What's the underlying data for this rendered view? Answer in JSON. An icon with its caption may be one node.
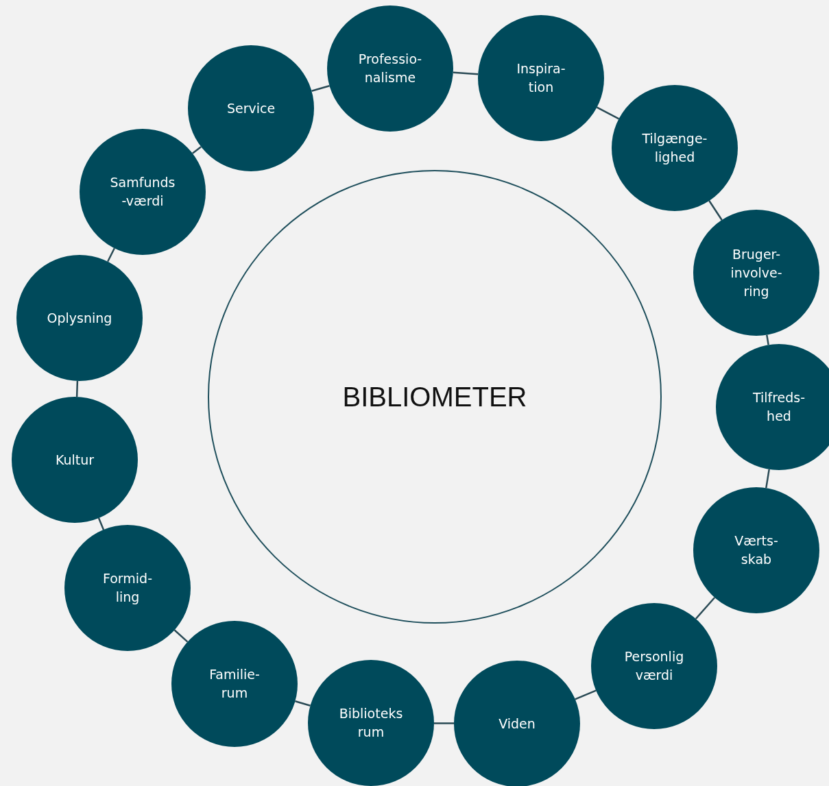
{
  "diagram": {
    "nodes": [
      {
        "text": [
          "BIBLIOMETER"
        ]
      },
      {
        "text": [
          "Professio- nalisme"
        ]
      },
      {
        "text": [
          "Inspira- tion"
        ]
      },
      {
        "text": [
          "Tilgænge- lighed"
        ]
      },
      {
        "text": [
          "Bruger- involve- ring"
        ]
      },
      {
        "text": [
          "Tilfreds- hed"
        ]
      },
      {
        "text": [
          "Værts- skab"
        ]
      },
      {
        "text": [
          "Personlig værdi"
        ]
      },
      {
        "text": [
          "Viden"
        ]
      },
      {
        "text": [
          "Biblioteks rum"
        ]
      },
      {
        "text": [
          "Familie- rum"
        ]
      },
      {
        "text": [
          "Formid- ling"
        ]
      },
      {
        "text": [
          "Kultur"
        ]
      },
      {
        "text": [
          "Oplysning"
        ]
      },
      {
        "text": [
          "Samfunds -værdi"
        ]
      },
      {
        "text": [
          "Service"
        ]
      }
    ],
    "edges": [
      {
        "from": 1,
        "to": 2,
        "arrow": "none"
      },
      {
        "from": 2,
        "to": 3,
        "arrow": "none"
      },
      {
        "from": 3,
        "to": 4,
        "arrow": "none"
      },
      {
        "from": 4,
        "to": 5,
        "arrow": "none"
      },
      {
        "from": 5,
        "to": 6,
        "arrow": "none"
      },
      {
        "from": 6,
        "to": 7,
        "arrow": "none"
      },
      {
        "from": 7,
        "to": 8,
        "arrow": "none"
      },
      {
        "from": 8,
        "to": 9,
        "arrow": "none"
      },
      {
        "from": 9,
        "to": 10,
        "arrow": "none"
      },
      {
        "from": 10,
        "to": 11,
        "arrow": "none"
      },
      {
        "from": 11,
        "to": 12,
        "arrow": "none"
      },
      {
        "from": 12,
        "to": 13,
        "arrow": "none"
      },
      {
        "from": 13,
        "to": 14,
        "arrow": "none"
      },
      {
        "from": 14,
        "to": 15,
        "arrow": "none"
      },
      {
        "from": 15,
        "to": 1,
        "arrow": "none"
      }
    ]
  }
}
